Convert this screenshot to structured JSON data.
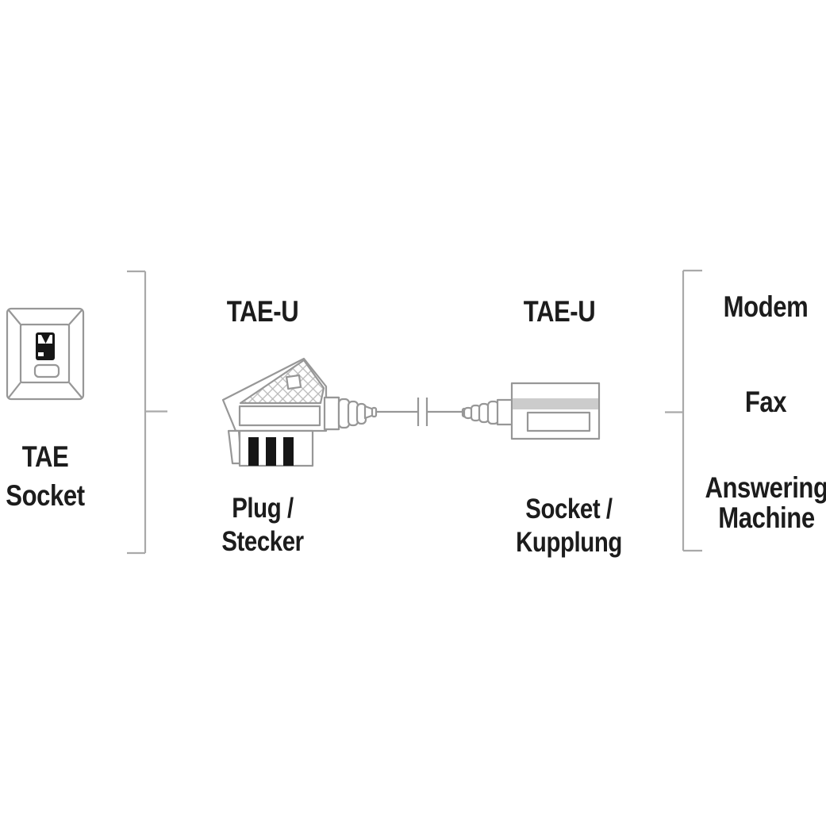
{
  "colors": {
    "outline": "#979797",
    "bracket": "#a9a9a9",
    "text": "#1c1c1c",
    "band": "#cccccc",
    "blade": "#161616"
  },
  "wall_socket": {
    "lines": [
      "TAE",
      "Socket"
    ]
  },
  "plug": {
    "type_label": "TAE-U",
    "name_lines": [
      "Plug /",
      "Stecker"
    ]
  },
  "coupling": {
    "type_label": "TAE-U",
    "name_lines": [
      "Socket /",
      "Kupplung"
    ]
  },
  "devices": [
    {
      "lines": [
        "Modem"
      ]
    },
    {
      "lines": [
        "Fax"
      ]
    },
    {
      "lines": [
        "Answering",
        "Machine"
      ]
    }
  ]
}
